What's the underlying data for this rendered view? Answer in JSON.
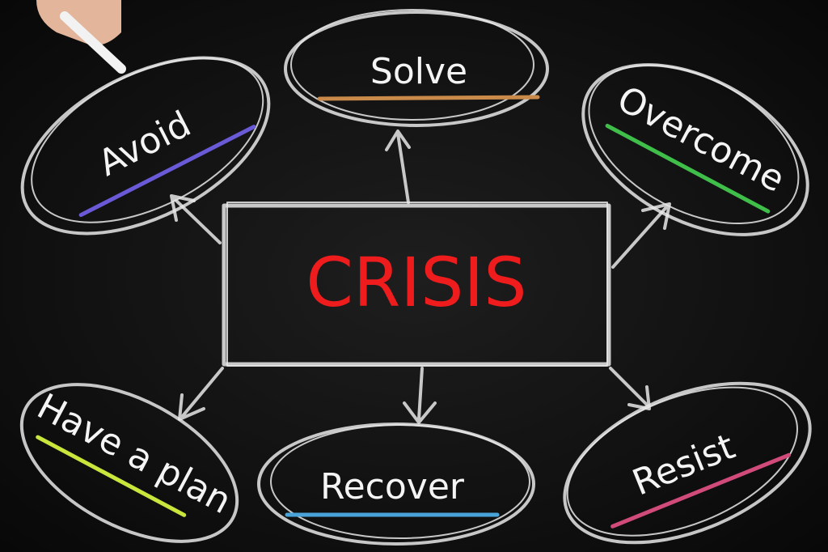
{
  "center": {
    "label": "CRISIS",
    "color": "#ee1c1c"
  },
  "nodes": [
    {
      "label": "Solve",
      "underline_color": "#c98a4a"
    },
    {
      "label": "Avoid",
      "underline_color": "#6a5ad8"
    },
    {
      "label": "Overcome",
      "underline_color": "#3fbf4a"
    },
    {
      "label": "Have a plan",
      "underline_color": "#c8e63c"
    },
    {
      "label": "Recover",
      "underline_color": "#4aa3d8"
    },
    {
      "label": "Resist",
      "underline_color": "#d04a7a"
    }
  ]
}
